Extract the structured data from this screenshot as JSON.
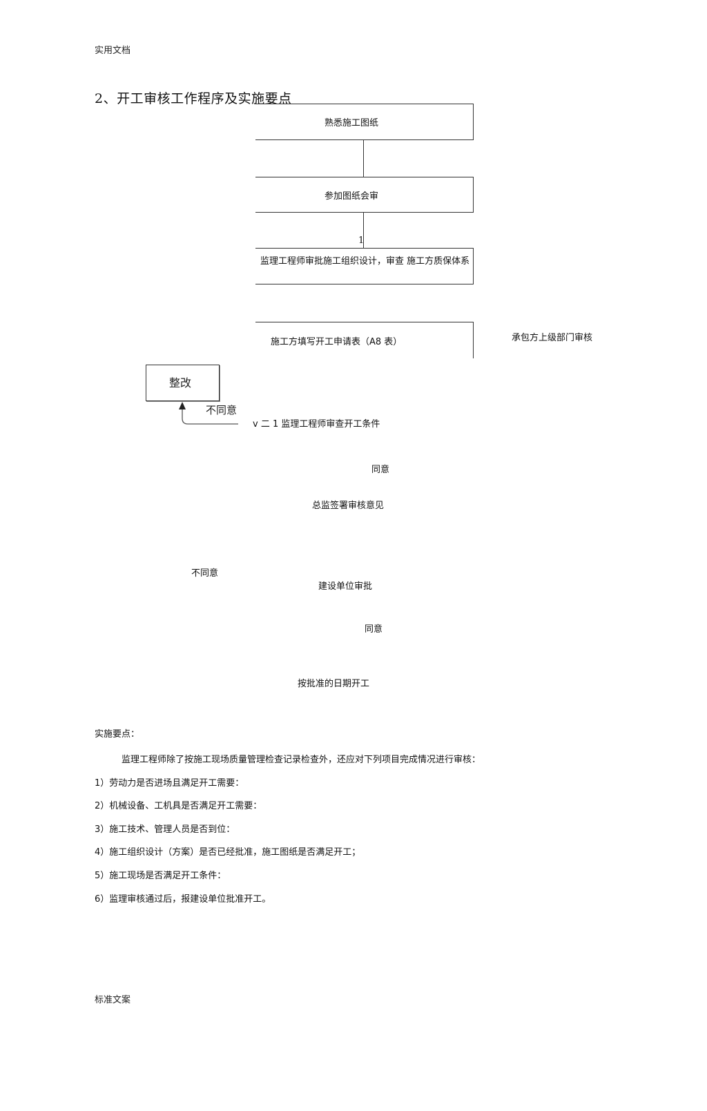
{
  "page": {
    "header": "实用文档",
    "footer": "标准文案",
    "title": "2、开工审核工作程序及实施要点"
  },
  "flow": {
    "step1": "熟悉施工图纸",
    "step2": "参加图纸会审",
    "mark": "1",
    "step3": "监理工程师审批施工组织设计，审查 施工方质保体系",
    "step4": "施工方填写开工申请表（A8 表）",
    "side_note": "承包方上级部门审核",
    "fix_box": "整改",
    "disagree_1": "不同意",
    "step5": "v 二 1 监理工程师审查开工条件",
    "agree_1": "同意",
    "step6": "总监签署审核意见",
    "disagree_2": "不同意",
    "step7": "建设单位审批",
    "agree_2": "同意",
    "step8": "按批准的日期开工"
  },
  "points": {
    "heading": "实施要点：",
    "intro": "监理工程师除了按施工现场质量管理检查记录检查外，还应对下列项目完成情况进行审核：",
    "items": [
      "1）劳动力是否进场且满足开工需要：",
      "2）机械设备、工机具是否满足开工需要：",
      "3）施工技术、管理人员是否到位：",
      "4）施工组织设计（方案）是否已经批准，施工图纸是否满足开工；",
      "5）施工现场是否满足开工条件：",
      "6）监理审核通过后，报建设单位批准开工。"
    ]
  }
}
